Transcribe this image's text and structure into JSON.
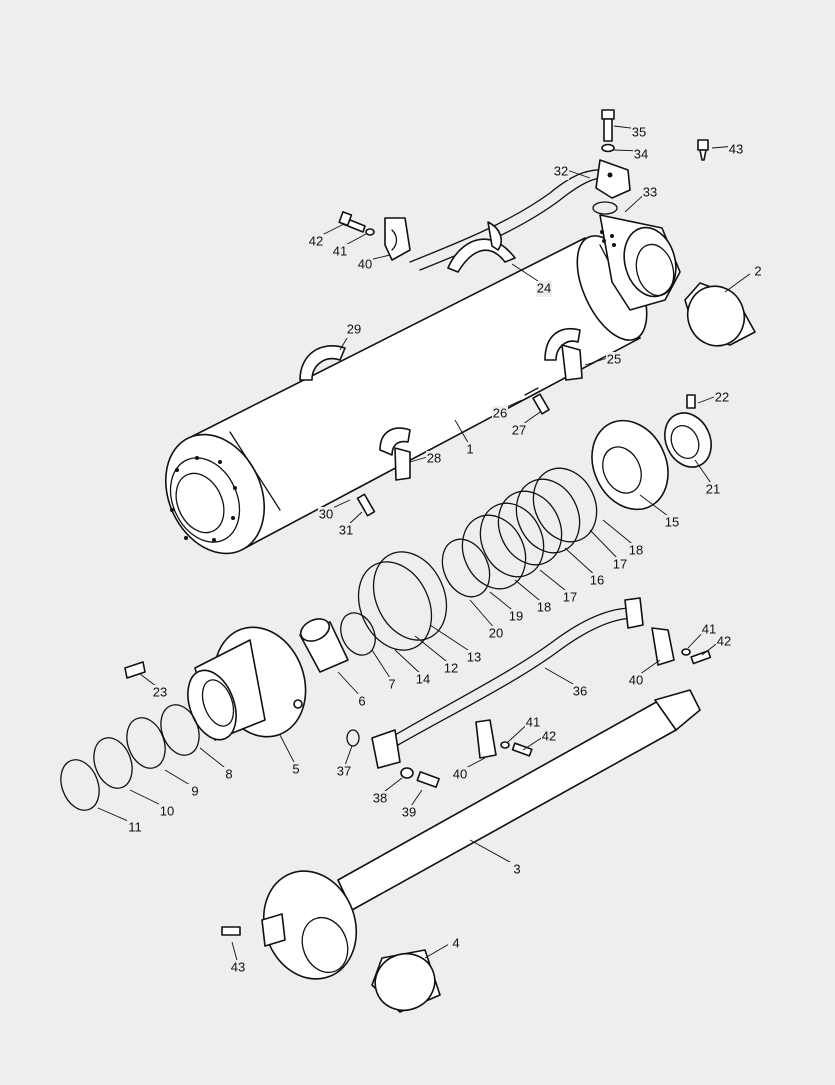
{
  "diagram": {
    "type": "exploded-parts-view",
    "callouts": [
      {
        "id": "c1",
        "label": "1"
      },
      {
        "id": "c2",
        "label": "2"
      },
      {
        "id": "c3",
        "label": "3"
      },
      {
        "id": "c4",
        "label": "4"
      },
      {
        "id": "c5",
        "label": "5"
      },
      {
        "id": "c6",
        "label": "6"
      },
      {
        "id": "c7",
        "label": "7"
      },
      {
        "id": "c8",
        "label": "8"
      },
      {
        "id": "c9",
        "label": "9"
      },
      {
        "id": "c10",
        "label": "10"
      },
      {
        "id": "c11",
        "label": "11"
      },
      {
        "id": "c12",
        "label": "12"
      },
      {
        "id": "c13",
        "label": "13"
      },
      {
        "id": "c14",
        "label": "14"
      },
      {
        "id": "c15",
        "label": "15"
      },
      {
        "id": "c16",
        "label": "16"
      },
      {
        "id": "c17a",
        "label": "17"
      },
      {
        "id": "c17b",
        "label": "17"
      },
      {
        "id": "c18a",
        "label": "18"
      },
      {
        "id": "c18b",
        "label": "18"
      },
      {
        "id": "c19",
        "label": "19"
      },
      {
        "id": "c20",
        "label": "20"
      },
      {
        "id": "c21",
        "label": "21"
      },
      {
        "id": "c22",
        "label": "22"
      },
      {
        "id": "c23",
        "label": "23"
      },
      {
        "id": "c24",
        "label": "24"
      },
      {
        "id": "c25",
        "label": "25"
      },
      {
        "id": "c26",
        "label": "26"
      },
      {
        "id": "c27",
        "label": "27"
      },
      {
        "id": "c28",
        "label": "28"
      },
      {
        "id": "c29",
        "label": "29"
      },
      {
        "id": "c30",
        "label": "30"
      },
      {
        "id": "c31",
        "label": "31"
      },
      {
        "id": "c32",
        "label": "32"
      },
      {
        "id": "c33",
        "label": "33"
      },
      {
        "id": "c34",
        "label": "34"
      },
      {
        "id": "c35",
        "label": "35"
      },
      {
        "id": "c36",
        "label": "36"
      },
      {
        "id": "c37",
        "label": "37"
      },
      {
        "id": "c38",
        "label": "38"
      },
      {
        "id": "c39",
        "label": "39"
      },
      {
        "id": "c40a",
        "label": "40"
      },
      {
        "id": "c40b",
        "label": "40"
      },
      {
        "id": "c40c",
        "label": "40"
      },
      {
        "id": "c41a",
        "label": "41"
      },
      {
        "id": "c41b",
        "label": "41"
      },
      {
        "id": "c41c",
        "label": "41"
      },
      {
        "id": "c42a",
        "label": "42"
      },
      {
        "id": "c42b",
        "label": "42"
      },
      {
        "id": "c42c",
        "label": "42"
      },
      {
        "id": "c43a",
        "label": "43"
      },
      {
        "id": "c43b",
        "label": "43"
      }
    ]
  }
}
